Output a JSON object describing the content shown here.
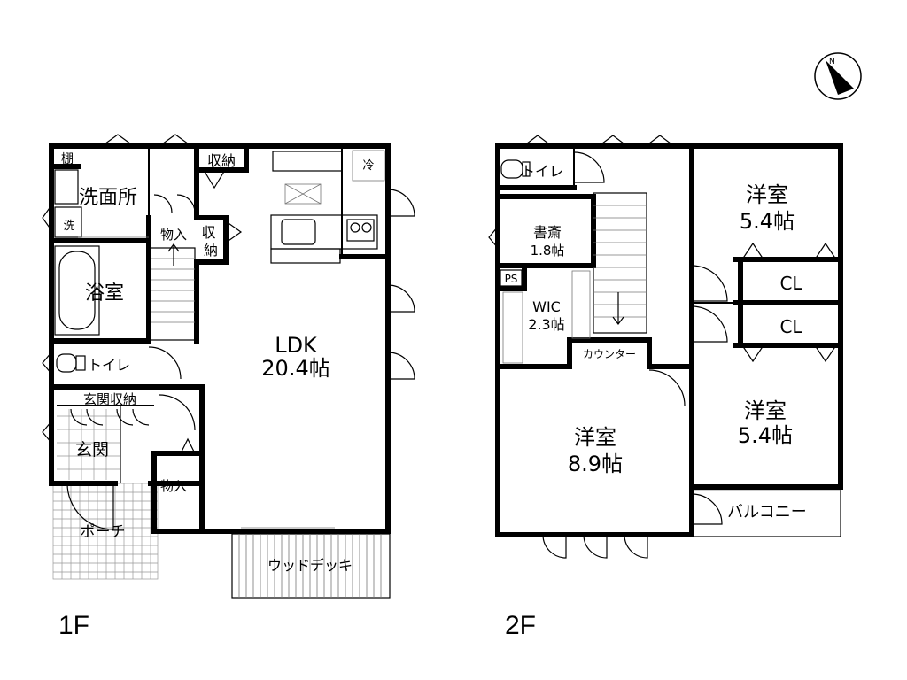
{
  "floor1": {
    "title": "1F",
    "rooms": {
      "shelf": "棚",
      "washroom": "洗面所",
      "washer": "洗",
      "bath": "浴室",
      "toilet": "トイレ",
      "entry_storage": "玄関収納",
      "entrance": "玄関",
      "porch": "ポーチ",
      "storage_upper": "物入",
      "storage_lower": "物入",
      "closet_top": "収納",
      "closet_side": "収納",
      "fridge": "冷",
      "ldk_name": "LDK",
      "ldk_size": "20.4帖",
      "deck": "ウッドデッキ"
    }
  },
  "floor2": {
    "title": "2F",
    "rooms": {
      "toilet": "トイレ",
      "study_name": "書斎",
      "study_size": "1.8帖",
      "ps": "PS",
      "wic_name": "WIC",
      "wic_size": "2.3帖",
      "counter": "カウンター",
      "room_main_name": "洋室",
      "room_main_size": "8.9帖",
      "room_ne_name": "洋室",
      "room_ne_size": "5.4帖",
      "room_se_name": "洋室",
      "room_se_size": "5.4帖",
      "cl_upper": "CL",
      "cl_lower": "CL",
      "balcony": "バルコニー"
    }
  },
  "compass": {
    "north": "N"
  }
}
